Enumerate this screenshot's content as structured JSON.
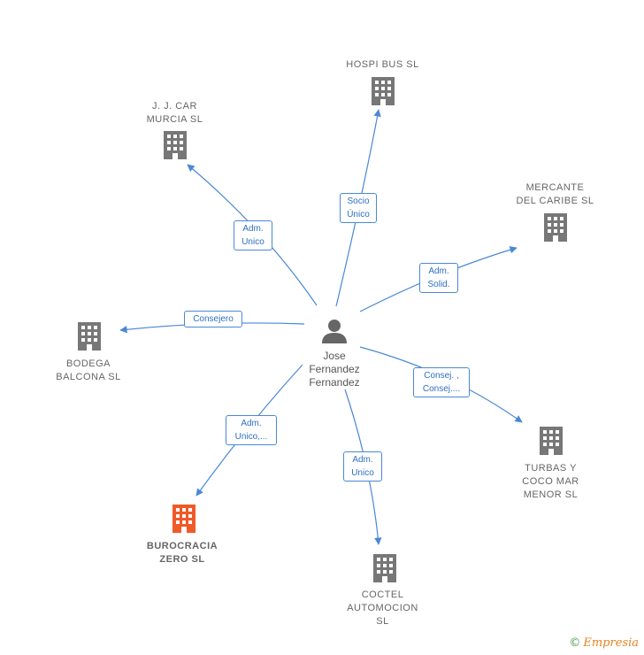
{
  "center": {
    "name": "Jose\nFernandez\nFernandez",
    "icon": "person-icon"
  },
  "nodes": [
    {
      "id": "hospi-bus",
      "name": "HOSPI BUS  SL",
      "icon": "building-icon",
      "color": "#777777"
    },
    {
      "id": "jj-car",
      "name": "J.  J. CAR\nMURCIA  SL",
      "icon": "building-icon",
      "color": "#777777"
    },
    {
      "id": "mercante",
      "name": "MERCANTE\nDEL CARIBE SL",
      "icon": "building-icon",
      "color": "#777777"
    },
    {
      "id": "bodega",
      "name": "BODEGA\nBALCONA SL",
      "icon": "building-icon",
      "color": "#777777"
    },
    {
      "id": "turbas",
      "name": "TURBAS Y\nCOCO MAR\nMENOR SL",
      "icon": "building-icon",
      "color": "#777777"
    },
    {
      "id": "burocracia",
      "name": "BUROCRACIA\nZERO  SL",
      "icon": "building-icon",
      "color": "#f05a28"
    },
    {
      "id": "coctel",
      "name": "COCTEL\nAUTOMOCION\nSL",
      "icon": "building-icon",
      "color": "#777777"
    }
  ],
  "edges": [
    {
      "to": "hospi-bus",
      "label": "Socio\nÚnico"
    },
    {
      "to": "jj-car",
      "label": "Adm.\nUnico"
    },
    {
      "to": "mercante",
      "label": "Adm.\nSolid."
    },
    {
      "to": "bodega",
      "label": "Consejero"
    },
    {
      "to": "turbas",
      "label": "Consej. ,\nConsej...."
    },
    {
      "to": "burocracia",
      "label": "Adm.\nUnico,..."
    },
    {
      "to": "coctel",
      "label": "Adm.\nUnico"
    }
  ],
  "colors": {
    "edge": "#4a88d6",
    "building": "#777777",
    "highlight": "#f05a28",
    "person": "#666666"
  },
  "watermark": {
    "copyright": "©",
    "brand": "Empresia"
  }
}
